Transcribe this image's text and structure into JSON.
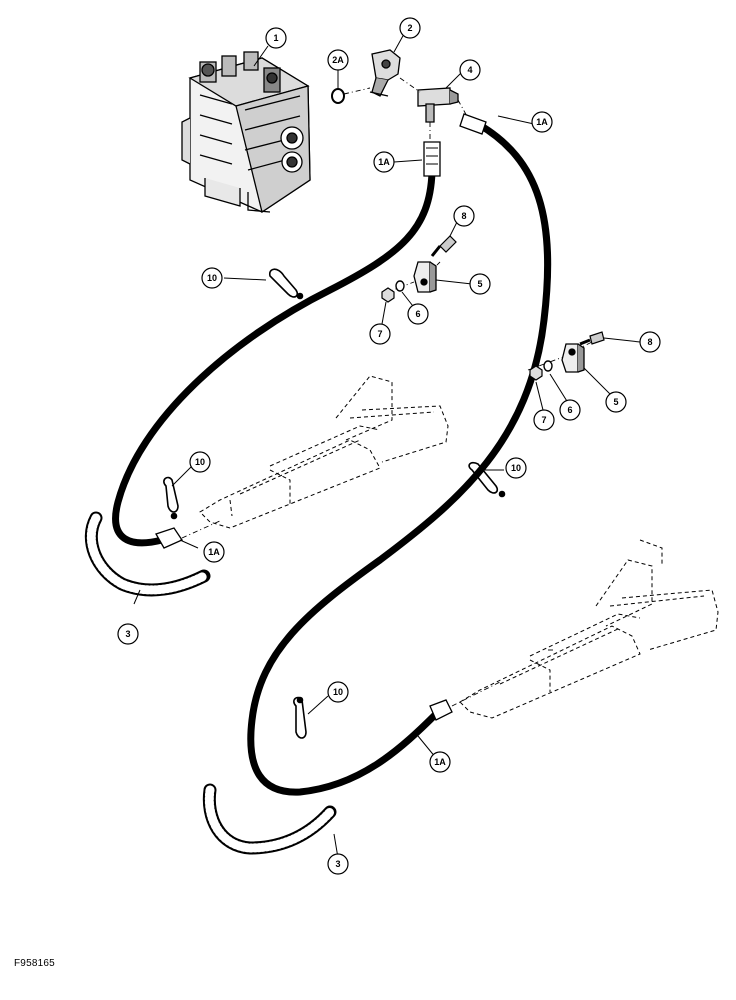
{
  "figure_id": "F958165",
  "callouts": [
    {
      "id": "callout-1",
      "label": "1"
    },
    {
      "id": "callout-2",
      "label": "2"
    },
    {
      "id": "callout-2a",
      "label": "2A"
    },
    {
      "id": "callout-4",
      "label": "4"
    },
    {
      "id": "callout-1a-top-right",
      "label": "1A"
    },
    {
      "id": "callout-1a-top-left",
      "label": "1A"
    },
    {
      "id": "callout-8-upper",
      "label": "8"
    },
    {
      "id": "callout-5-upper",
      "label": "5"
    },
    {
      "id": "callout-6-upper",
      "label": "6"
    },
    {
      "id": "callout-7-upper",
      "label": "7"
    },
    {
      "id": "callout-10-upper-left",
      "label": "10"
    },
    {
      "id": "callout-8-lower",
      "label": "8"
    },
    {
      "id": "callout-5-lower",
      "label": "5"
    },
    {
      "id": "callout-6-lower",
      "label": "6"
    },
    {
      "id": "callout-7-lower",
      "label": "7"
    },
    {
      "id": "callout-10-middle",
      "label": "10"
    },
    {
      "id": "callout-10-right",
      "label": "10"
    },
    {
      "id": "callout-1a-middle",
      "label": "1A"
    },
    {
      "id": "callout-3-upper",
      "label": "3"
    },
    {
      "id": "callout-10-lower",
      "label": "10"
    },
    {
      "id": "callout-1a-lower",
      "label": "1A"
    },
    {
      "id": "callout-3-lower",
      "label": "3"
    }
  ]
}
